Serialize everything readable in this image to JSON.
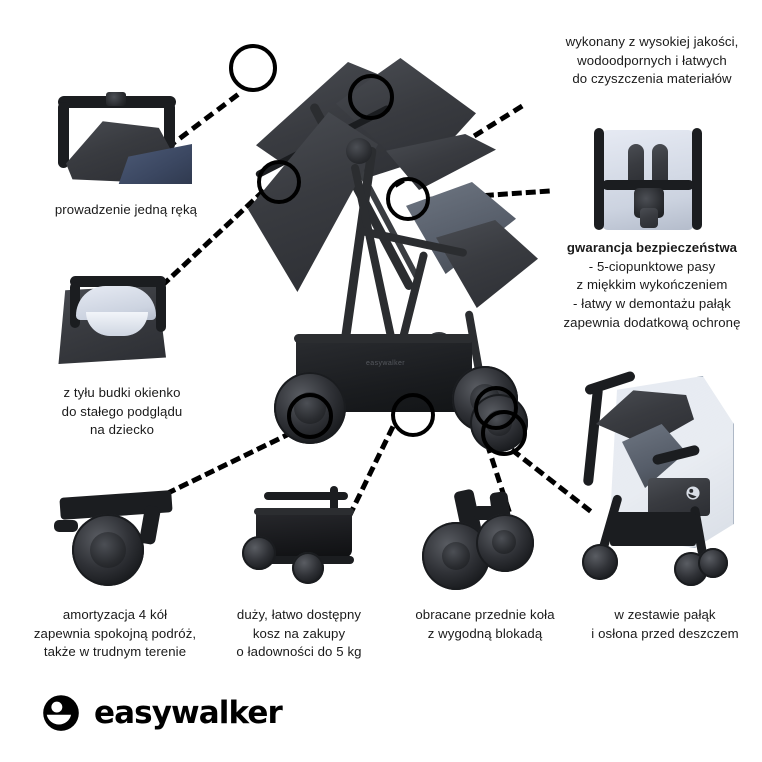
{
  "brand": {
    "name": "easywalker",
    "logo_icon": "easywalker-smiley-icon"
  },
  "callouts": [
    {
      "id": "materials",
      "text": "wykonany z wysokiej jakości,\nwodoodpornych i łatwych\ndo czyszczenia materiałów"
    },
    {
      "id": "safety",
      "text": "gwarancja bezpieczeństwa\n- 5-ciopunktowe pasy\nz miękkim wykończeniem\n- łatwy w demontażu pałąk\nzapewnia dodatkową ochronę"
    },
    {
      "id": "one-hand",
      "text": "prowadzenie jedną ręką"
    },
    {
      "id": "rear-window",
      "text": "z tyłu budki okienko\ndo stałego podglądu\nna dziecko"
    },
    {
      "id": "suspension",
      "text": "amortyzacja 4 kół\nzapewnia spokojną podróż,\ntakże w trudnym terenie"
    },
    {
      "id": "basket",
      "text": "duży, łatwo dostępny\nkosz na zakupy\no ładowności do 5 kg"
    },
    {
      "id": "front-wheels",
      "text": "obracane przednie koła\nz wygodną blokadą"
    },
    {
      "id": "rain-cover",
      "text": "w zestawie pałąk\ni osłona przed deszczem"
    }
  ],
  "photos": {
    "main": "stroller-side-view",
    "one_hand": "handlebar-one-hand-photo",
    "rear_window": "canopy-rear-window-photo",
    "seat": "seat-harness-photo",
    "rear_wheel": "rear-wheel-suspension-photo",
    "basket": "shopping-basket-photo",
    "front_wheel": "front-swivel-wheels-photo",
    "rain_cover": "stroller-rain-cover-photo"
  },
  "colors": {
    "text": "#1a1a1a",
    "line": "#000000",
    "background": "#ffffff",
    "fabric_dark": "#34363b",
    "fabric_light": "#c9d0dc",
    "accent_blue": "#3b4761"
  }
}
